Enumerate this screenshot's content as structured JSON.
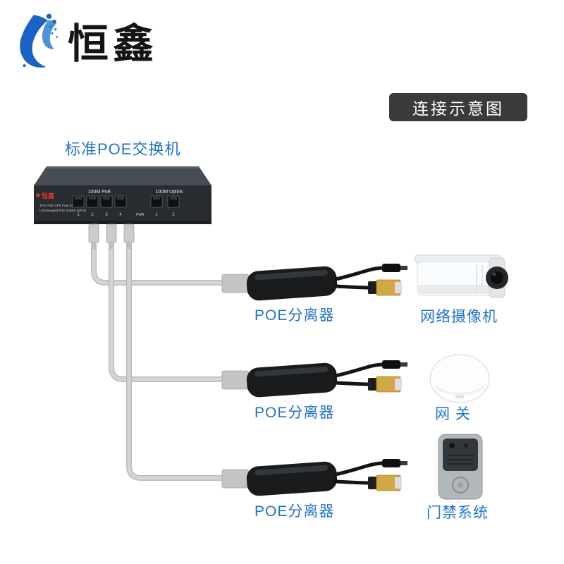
{
  "logo": {
    "brand": "恒鑫"
  },
  "badge": {
    "label": "连接示意图"
  },
  "switch": {
    "label": "标准POE交换机",
    "brand": "恒鑫",
    "desc_line1": "4FE PoE+2FE Fast Ethernet",
    "desc_line2": "Unmanaged PoE Switch (aFM)",
    "poe_group_label": "100M PoE",
    "uplink_group_label": "100M Uplink",
    "pwr_label": "PWR",
    "poe_ports": [
      "1",
      "2",
      "3",
      "4"
    ],
    "uplink_ports": [
      "1",
      "2"
    ]
  },
  "rows": [
    {
      "splitter_label": "POE分离器",
      "device_label": "网络摄像机",
      "device": "ip-camera"
    },
    {
      "splitter_label": "POE分离器",
      "device_label": "网 关",
      "device": "wireless-gateway"
    },
    {
      "splitter_label": "POE分离器",
      "device_label": "门禁系统",
      "device": "access-control"
    }
  ],
  "colors": {
    "accent_blue": "#2273d0",
    "badge_bg": "#3a3a3c",
    "cable_gray": "#c9cbcd",
    "splitter_black": "#191b1d",
    "brand_red": "#d8342a"
  }
}
